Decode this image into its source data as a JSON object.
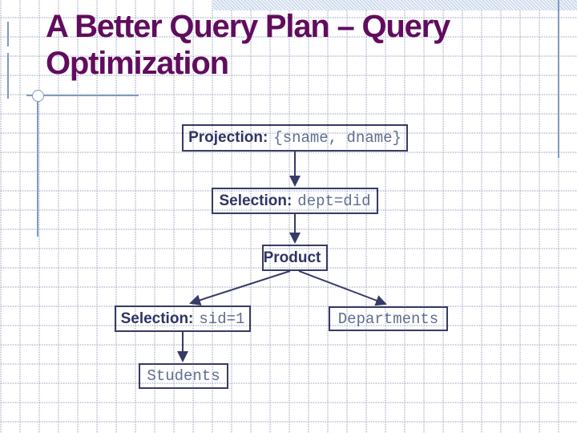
{
  "slide": {
    "title": "A Better Query Plan – Query Optimization",
    "colors": {
      "title_text": "#610c5e",
      "box_border": "#383a66",
      "label_text": "#2e3462",
      "code_text": "#5f6e8e",
      "accent_line": "#7f9ac2",
      "grid_dots": "#949eb8",
      "background": "#ffffff"
    }
  },
  "diagram": {
    "nodes": [
      {
        "id": "projection",
        "label": "Projection:",
        "code": "{sname, dname}"
      },
      {
        "id": "selection-dept",
        "label": "Selection:",
        "code": "dept=did"
      },
      {
        "id": "product",
        "label": "Product",
        "code": ""
      },
      {
        "id": "selection-sid",
        "label": "Selection:",
        "code": "sid=1"
      },
      {
        "id": "departments",
        "label": "",
        "code": "Departments"
      },
      {
        "id": "students",
        "label": "",
        "code": "Students"
      }
    ],
    "edges": [
      {
        "from": "projection",
        "to": "selection-dept"
      },
      {
        "from": "selection-dept",
        "to": "product"
      },
      {
        "from": "product",
        "to": "selection-sid"
      },
      {
        "from": "product",
        "to": "departments"
      },
      {
        "from": "selection-sid",
        "to": "students"
      }
    ]
  }
}
